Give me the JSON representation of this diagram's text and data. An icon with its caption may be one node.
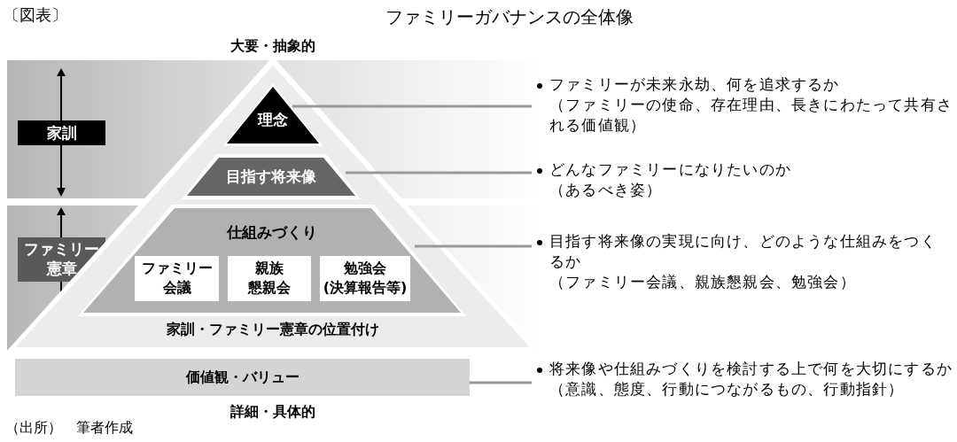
{
  "diagram": {
    "title": "ファミリーガバナンスの全体像",
    "caption": "（出所）　筆者作成",
    "nodes": [
      {
        "text": [
          "家訓"
        ]
      },
      {
        "text": [
          "ファミリー憲章"
        ]
      },
      {
        "text": [
          "家訓・ファミリー憲章の位置付け"
        ]
      },
      {
        "text": [
          "理念"
        ],
        "in": 2
      },
      {
        "text": [
          "目指す将来像"
        ],
        "in": 2
      },
      {
        "text": [
          "仕組みづくり"
        ],
        "in": 2
      },
      {
        "text": [
          "ファミリー会議"
        ],
        "in": 5
      },
      {
        "text": [
          "親族懇親会"
        ],
        "in": 5
      },
      {
        "text": [
          "勉強会(決算報告等)"
        ],
        "in": 5
      },
      {
        "text": [
          "価値観・バリュー"
        ]
      },
      {
        "text": [
          "ファミリーが未来永劫、何を追求するか",
          "（ファミリーの使命、存在理由、長きにわたって共有される価値観）"
        ]
      },
      {
        "text": [
          "どんなファミリーになりたいのか",
          "（あるべき姿）"
        ]
      },
      {
        "text": [
          "目指す将来像の実現に向け、どのような仕組みをつくるか",
          "（ファミリー会議、親族懇親会、勉強会）"
        ]
      },
      {
        "text": [
          "将来像や仕組みづくりを検討する上で何を大切にするか",
          "（意識、態度、行動につながるもの、行動指針）"
        ]
      }
    ],
    "edges": [
      {
        "from": 3,
        "to": 10,
        "arrow": "none"
      },
      {
        "from": 4,
        "to": 11,
        "arrow": "none"
      },
      {
        "from": 5,
        "to": 12,
        "arrow": "none"
      },
      {
        "from": 9,
        "to": 13,
        "arrow": "none"
      }
    ],
    "labels": [
      "〔図表〕",
      "大要・抽象的",
      "詳細・具体的"
    ]
  }
}
